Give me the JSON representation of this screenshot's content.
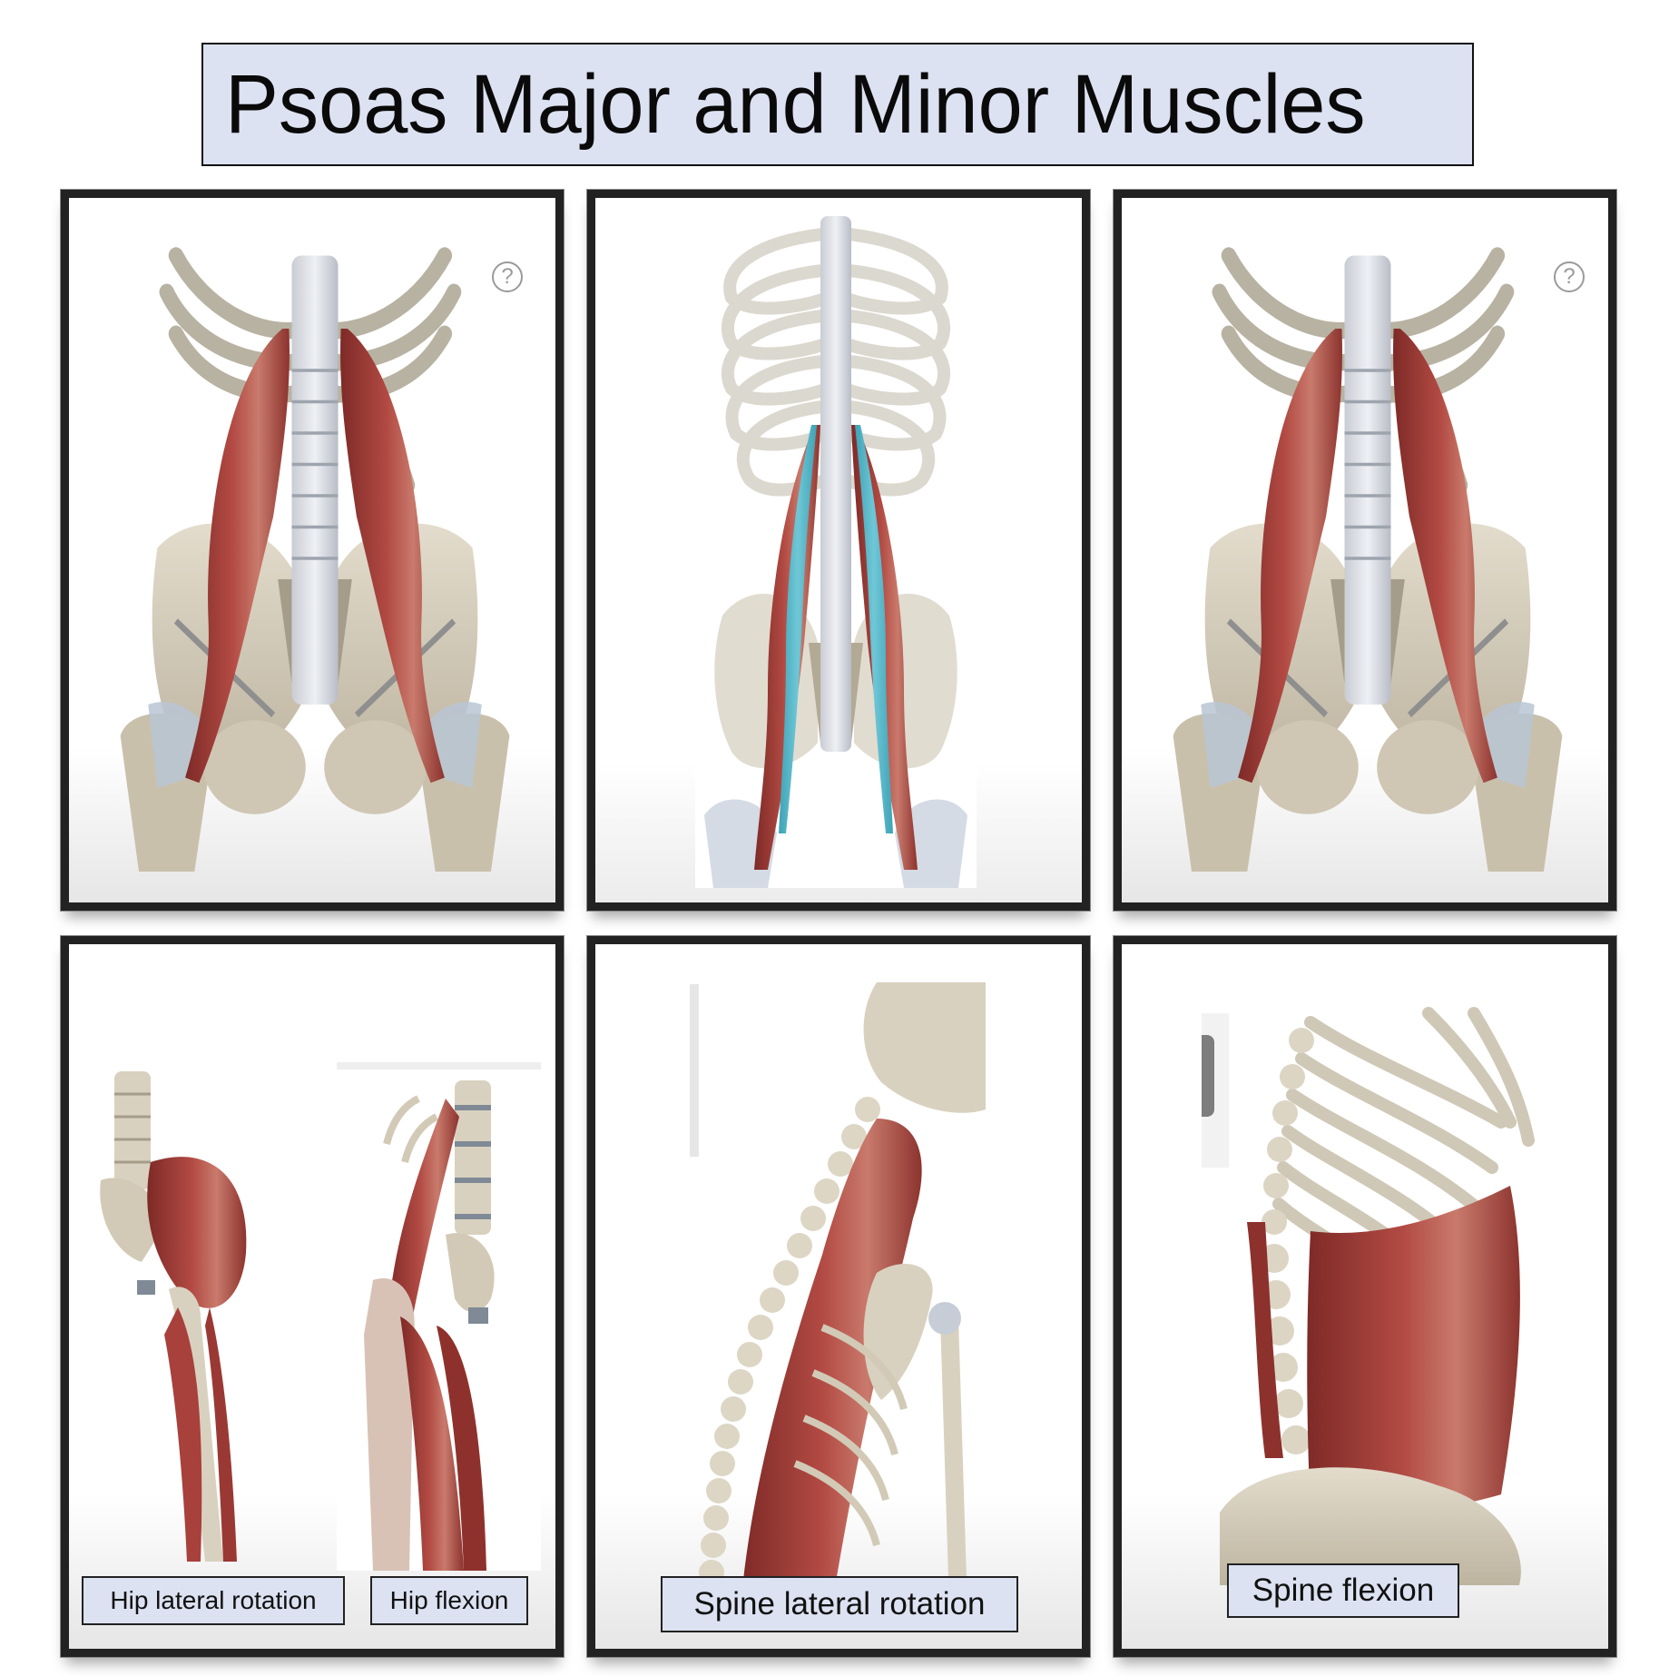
{
  "title": "Psoas Major and Minor Muscles",
  "colors": {
    "title_bg": "#dce2f1",
    "frame_border": "#222222",
    "muscle_red": "#a8403b",
    "muscle_dark": "#7e2a27",
    "bone": "#d9d1bf",
    "bone_shadow": "#a59d8a",
    "ligament_blue": "#b9c6d4",
    "psoas_minor_cyan": "#5ab8c9",
    "label_bg": "#dce2f1"
  },
  "panels": [
    {
      "id": "front-psoas-1",
      "view": "Anterior view of lumbar spine and pelvis with psoas major highlighted",
      "labels": [],
      "icons": [
        "help-icon"
      ]
    },
    {
      "id": "front-psoas-minor",
      "view": "Anterior view of ribcage, lumbar spine and pelvis with psoas minor highlighted in blue",
      "labels": [],
      "icons": []
    },
    {
      "id": "front-psoas-2",
      "view": "Anterior view of lumbar spine and pelvis with psoas major highlighted",
      "labels": [],
      "icons": [
        "help-icon"
      ]
    },
    {
      "id": "hip-actions",
      "view": "Hip muscles in two views",
      "labels": [
        "Hip lateral rotation",
        "Hip flexion"
      ],
      "icons": []
    },
    {
      "id": "spine-lateral-rotation",
      "view": "Lateral view of spine and back muscles",
      "labels": [
        "Spine lateral rotation"
      ],
      "icons": []
    },
    {
      "id": "spine-flexion",
      "view": "Lateral view of ribcage and abdominal muscles",
      "labels": [
        "Spine flexion"
      ],
      "icons": []
    }
  ],
  "help_glyph": "?"
}
